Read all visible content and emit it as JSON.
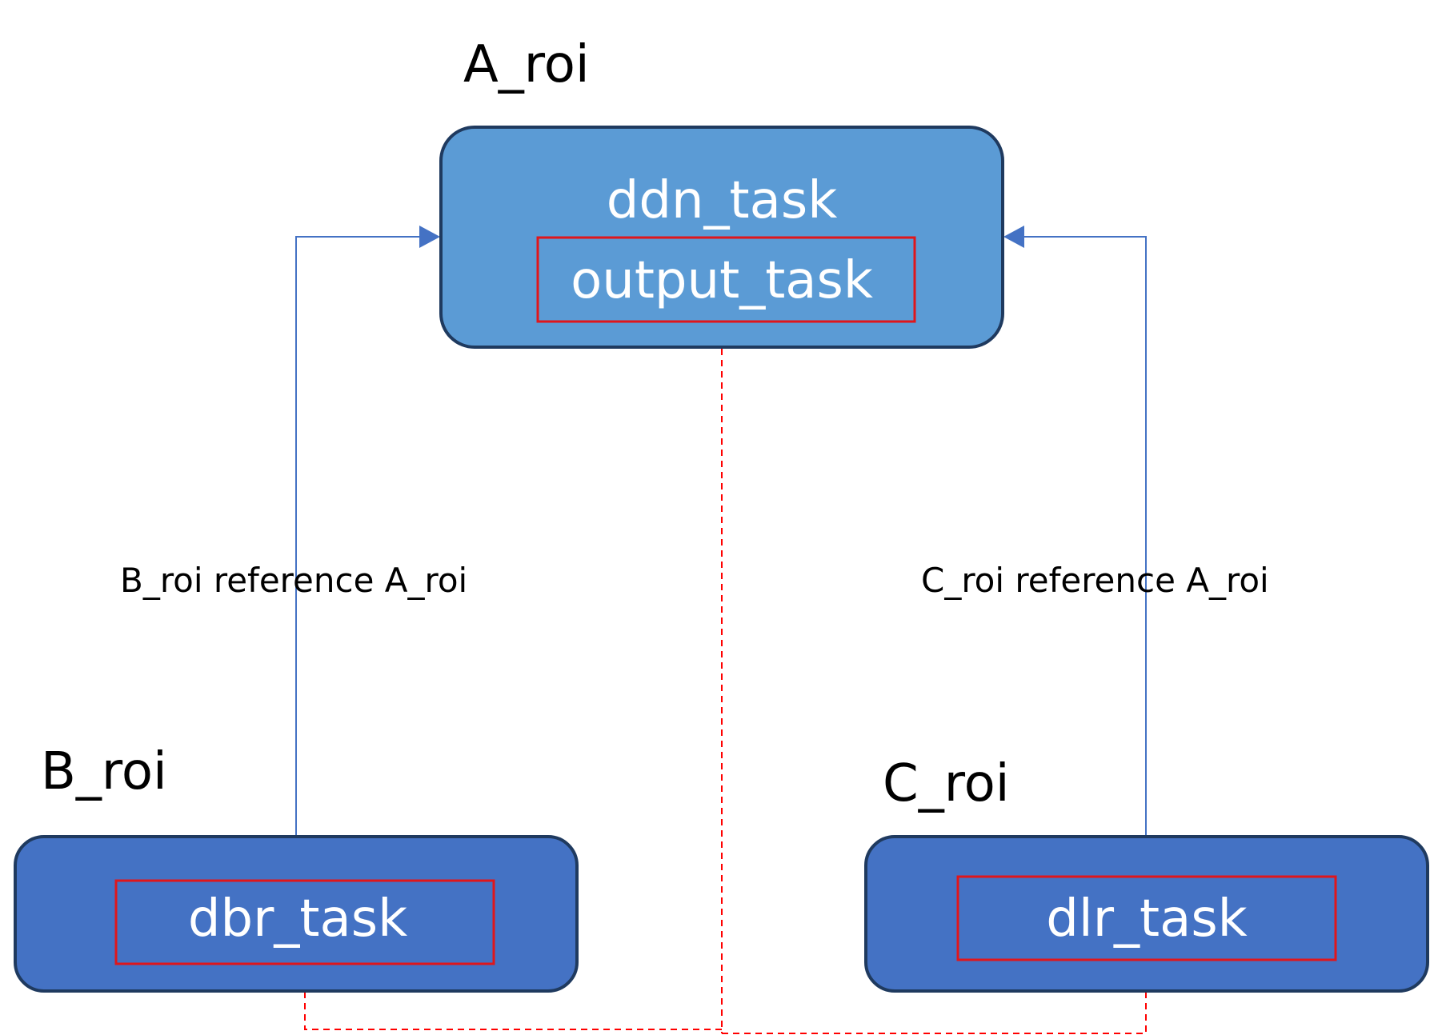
{
  "nodes": {
    "a_roi": {
      "label": "A_roi",
      "title": "ddn_task",
      "inner_task": "output_task",
      "color": "#5b9bd5"
    },
    "b_roi": {
      "label": "B_roi",
      "inner_task": "dbr_task",
      "color": "#4472c4"
    },
    "c_roi": {
      "label": "C_roi",
      "inner_task": "dlr_task",
      "color": "#4472c4"
    }
  },
  "edges": {
    "b_to_a": {
      "label": "B_roi reference A_roi",
      "color": "#4472c4"
    },
    "c_to_a": {
      "label": "C_roi reference A_roi",
      "color": "#4472c4"
    },
    "output_to_tasks": {
      "style": "dashed",
      "color": "#ff0000"
    }
  },
  "colors": {
    "node_border": "#1f3a5f",
    "highlight_box": "#e0161b",
    "text_on_node": "#ffffff"
  }
}
